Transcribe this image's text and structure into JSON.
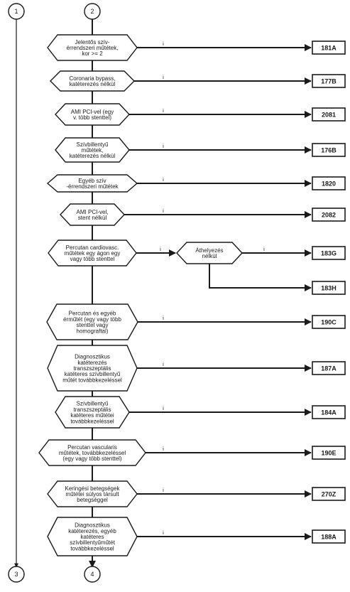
{
  "connectors": [
    {
      "id": "c1",
      "label": "1"
    },
    {
      "id": "c2",
      "label": "2"
    },
    {
      "id": "c3",
      "label": "3"
    },
    {
      "id": "c4",
      "label": "4"
    }
  ],
  "decisions": [
    {
      "lines": [
        "Jelentős szív-",
        "érrendszeri műtétek,",
        "kor >= 2"
      ],
      "yes": "i",
      "code": "181A"
    },
    {
      "lines": [
        "Coronaria bypass,",
        "katéterezés nélkül"
      ],
      "yes": "i",
      "code": "177B"
    },
    {
      "lines": [
        "AMI PCI-vel (egy",
        "v. több stenttel)"
      ],
      "yes": "i",
      "code": "2081"
    },
    {
      "lines": [
        "Szívbillentyű",
        "műtétek,",
        "katéterezés nélkül"
      ],
      "yes": "i",
      "code": "176B"
    },
    {
      "lines": [
        "Egyéb szív",
        "-érrendszeri műtétek"
      ],
      "yes": "i",
      "code": "1820"
    },
    {
      "lines": [
        "AMI PCI-vel,",
        "stent nélkül"
      ],
      "yes": "i",
      "code": "2082"
    },
    {
      "lines": [
        "Percutan cardiovasc.",
        "műtétek egy ágon egy",
        "vagy több stenttel"
      ],
      "yes": "i",
      "code": null
    },
    {
      "lines": [
        "Percutan és egyéb",
        "érműtét (egy vagy több",
        "stenttel vagy",
        "homograftal)"
      ],
      "yes": "i",
      "code": "190C"
    },
    {
      "lines": [
        "Diagnosztikus",
        "katéterezés",
        "transzszeptális",
        "katéteres szívbillentyű",
        "műtét továbbkezeléssel"
      ],
      "yes": "i",
      "code": "187A"
    },
    {
      "lines": [
        "Szívbillentyű",
        "transzszeptális",
        "katéteres műtétei",
        "továbbkezeléssel"
      ],
      "yes": "i",
      "code": "184A"
    },
    {
      "lines": [
        "Percutan vascularis",
        "műtétek, továbbkezeléssel",
        "(egy vagy több stenttel)"
      ],
      "yes": "i",
      "code": "190E"
    },
    {
      "lines": [
        "Keringési betegségek",
        "műtétei súlyos társult",
        "betegséggel"
      ],
      "yes": "i",
      "code": "270Z"
    },
    {
      "lines": [
        "Diagnosztikus",
        "katéterezés, egyéb",
        "katéteres",
        "szívbillentyűműtét",
        "továbbkezeléssel"
      ],
      "yes": "i",
      "code": "188A"
    }
  ],
  "sub_decision": {
    "lines": [
      "Áthelyezés",
      "nélkül"
    ],
    "yes": "i",
    "yes_code": "183G",
    "no_code": "183H"
  }
}
